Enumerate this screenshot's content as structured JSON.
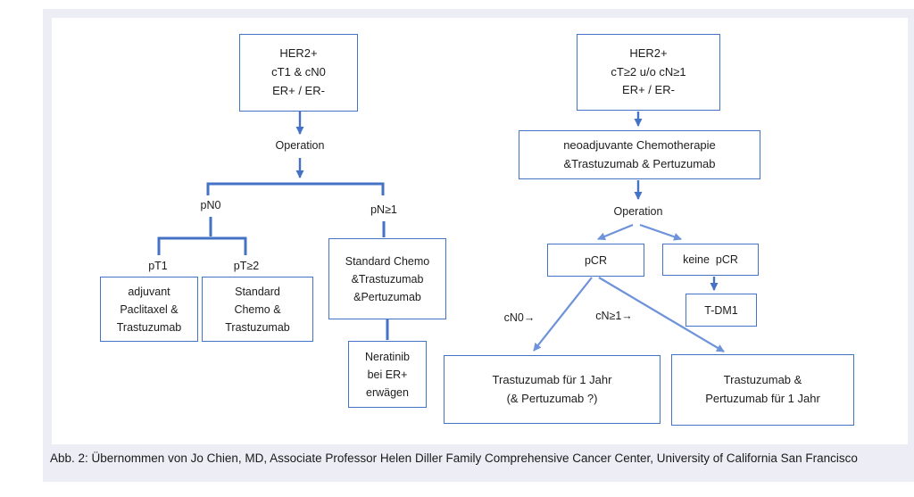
{
  "colors": {
    "accent": "#4472c4",
    "accent_light": "#6e93da",
    "panel": "#ededf5",
    "text": "#1d1d1f",
    "box_bg": "#ffffff"
  },
  "caption": "Abb. 2: Übernommen von Jo Chien, MD, Associate Professor Helen Diller Family Comprehensive Cancer Center, University of California San Francisco",
  "left": {
    "root": "HER2+\ncT1 & cN0\nER+ / ER-",
    "operation": "Operation",
    "pn0": "pN0",
    "pn_ge1": "pN≥1",
    "pt1": "pT1",
    "pt_ge2": "pT≥2",
    "adjuvant_paclitaxel": "adjuvant\nPaclitaxel &\nTrastuzumab",
    "standard_chemo": "Standard\nChemo &\nTrastuzumab",
    "standard_chemo_dual": "Standard Chemo\n&Trastuzumab\n&Pertuzumab",
    "neratinib": "Neratinib\nbei ER+\nerwägen"
  },
  "right": {
    "root": "HER2+\ncT≥2 u/o cN≥1\nER+ / ER-",
    "neoadjuvant": "neoadjuvante Chemotherapie\n&Trastuzumab & Pertuzumab",
    "operation": "Operation",
    "pcr": "pCR",
    "keine_pcr": "keine  pCR",
    "tdm1": "T-DM1",
    "cn0_label": "cN0→",
    "cn_ge1_label": "cN≥1→",
    "trastuzumab_1yr": "Trastuzumab für 1 Jahr\n(& Pertuzumab ?)",
    "trastu_pertu_1yr": "Trastuzumab &\nPertuzumab für 1 Jahr"
  }
}
